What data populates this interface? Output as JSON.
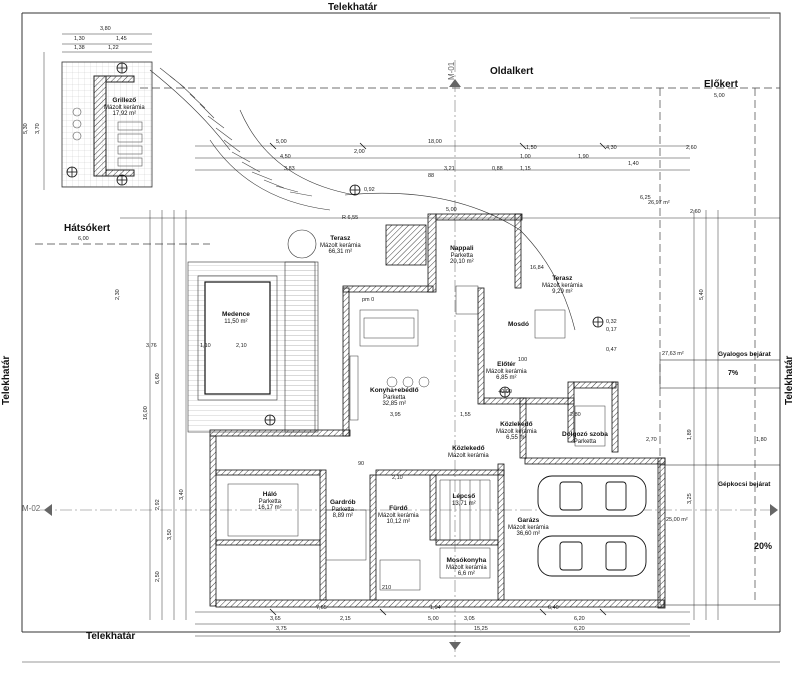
{
  "boundaries": {
    "top": "Telekhatár",
    "bottom": "Telekhatár",
    "left": "Telekhatár",
    "right": "Telekhatár"
  },
  "gardens": {
    "side": "Oldalkert",
    "front": "Előkert",
    "back": "Hátsókert",
    "front_width": "5,00",
    "back_width": "6,00"
  },
  "section_marks": {
    "m01": "M-01",
    "m02": "M-02"
  },
  "rooms": [
    {
      "id": "grill",
      "name": "Grillező",
      "floor": "Mázolt kerámia",
      "area": "17,92 m²"
    },
    {
      "id": "terrace1",
      "name": "Terasz",
      "floor": "Mázolt kerámia",
      "area": "66,31 m²"
    },
    {
      "id": "pool",
      "name": "Medence",
      "floor": "",
      "area": "11,50 m²"
    },
    {
      "id": "living",
      "name": "Nappali",
      "floor": "Parketta",
      "area": "20,10 m²"
    },
    {
      "id": "terrace2",
      "name": "Terasz",
      "floor": "Mázolt kerámia",
      "area": "9,29 m²"
    },
    {
      "id": "kitchen",
      "name": "Konyha+ebédlő",
      "floor": "Parketta",
      "area": "32,85 m²"
    },
    {
      "id": "hall",
      "name": "Előtér",
      "floor": "Mázolt kerámia",
      "area": "6,85 m²"
    },
    {
      "id": "corridor1",
      "name": "Közlekedő",
      "floor": "Mázolt kerámia",
      "area": "6,55 m²"
    },
    {
      "id": "corridor2",
      "name": "Közlekedő",
      "floor": "Mázolt kerámia",
      "area": ""
    },
    {
      "id": "office",
      "name": "Dolgozó szoba",
      "floor": "Parketta",
      "area": ""
    },
    {
      "id": "bedroom",
      "name": "Háló",
      "floor": "Parketta",
      "area": "16,17 m²"
    },
    {
      "id": "wardrobe",
      "name": "Gardrób",
      "floor": "Parketta",
      "area": "8,89 m²"
    },
    {
      "id": "bath",
      "name": "Fürdő",
      "floor": "Mázolt kerámia",
      "area": "10,12 m²"
    },
    {
      "id": "stairs",
      "name": "Lépcső",
      "floor": "",
      "area": "13,71 m²"
    },
    {
      "id": "laundry",
      "name": "Mosókonyha",
      "floor": "Mázolt kerámia",
      "area": "6,6 m²"
    },
    {
      "id": "garage",
      "name": "Garázs",
      "floor": "Mázolt kerámia",
      "area": "36,60 m²"
    },
    {
      "id": "wc",
      "name": "Mosdó",
      "floor": "",
      "area": ""
    }
  ],
  "access": {
    "pedestrian": "Gyalogos bejárat",
    "pedestrian_slope": "7%",
    "car": "Gépkocsi bejárat",
    "car_slope": "20%",
    "car_area": "25,00 m²"
  },
  "dimensions": {
    "top": [
      "18,00",
      "5,00",
      "2,00",
      "1,50",
      "4,30",
      "2,60",
      "4,50",
      "1,00",
      "1,90",
      "1,40",
      "3,83",
      "3,21",
      "1,15",
      "0,88",
      "6,25",
      "5,00",
      "2,60"
    ],
    "bottom": [
      "7,65",
      "6,40",
      "3,05",
      "3,65",
      "2,15",
      "1,94",
      "6,20",
      "6,20",
      "3,75",
      "15,25",
      "5,00"
    ],
    "left": [
      "16,00",
      "6,60",
      "1,10",
      "2,10",
      "3,76",
      "2,30",
      "2,50",
      "3,40",
      "2,92",
      "3,50"
    ],
    "right": [
      "3,25",
      "1,89",
      "2,70",
      "1,80",
      "5,40",
      "27,63 m²"
    ],
    "grill": [
      "3,80",
      "1,30",
      "1,45",
      "1,38",
      "1,22",
      "3,70",
      "5,30"
    ],
    "misc": [
      "R 6,55",
      "0,92",
      "0,32",
      "0,17",
      "0,47",
      "+0,00",
      "2,80",
      "1,55",
      "3,95",
      "2,10",
      "90",
      "210",
      "100",
      "88",
      "16,84",
      "26,97 m²",
      "pm 0"
    ]
  }
}
